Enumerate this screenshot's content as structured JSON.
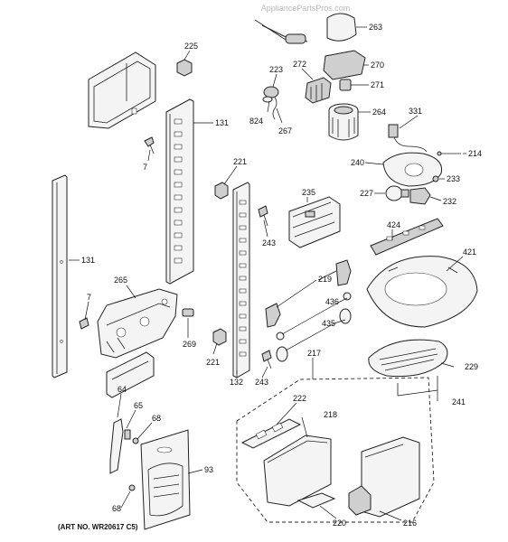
{
  "watermark": "AppliancePartsPros.com",
  "art_number": "(ART NO. WR20617 C5)",
  "callouts": {
    "c263": "263",
    "c225": "225",
    "c223": "223",
    "c272": "272",
    "c270": "270",
    "c271": "271",
    "c131a": "131",
    "c824": "824",
    "c267": "267",
    "c264": "264",
    "c331": "331",
    "c214": "214",
    "c7a": "7",
    "c221a": "221",
    "c240": "240",
    "c233": "233",
    "c235": "235",
    "c227": "227",
    "c232": "232",
    "c243a": "243",
    "c424": "424",
    "c131b": "131",
    "c421": "421",
    "c265": "265",
    "c219": "219",
    "c7b": "7",
    "c436": "436",
    "c269": "269",
    "c435": "435",
    "c221b": "221",
    "c217": "217",
    "c229": "229",
    "c132": "132",
    "c243b": "243",
    "c64": "64",
    "c241": "241",
    "c65": "65",
    "c222": "222",
    "c68a": "68",
    "c218": "218",
    "c93": "93",
    "c68b": "68",
    "c220": "220",
    "c216": "216"
  }
}
